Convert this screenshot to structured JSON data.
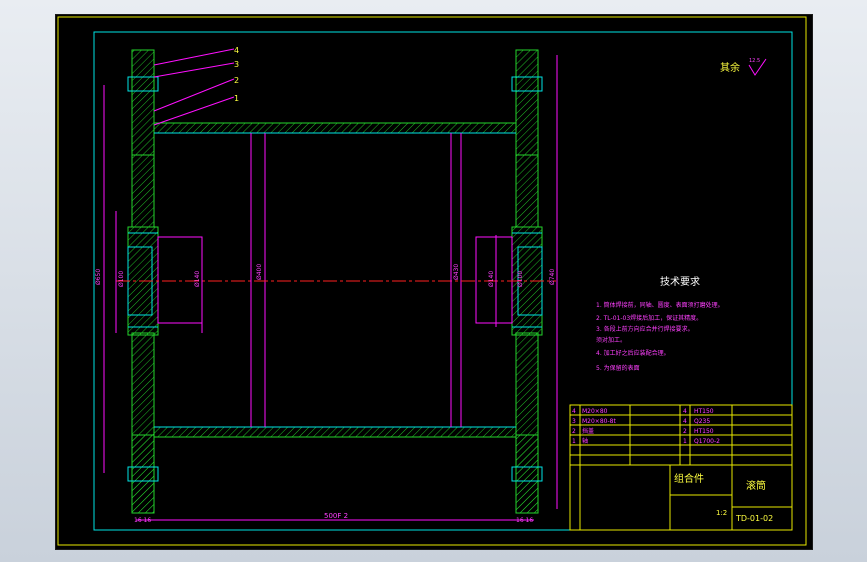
{
  "drawing": {
    "roughness_note": "其余",
    "roughness_value": "12.5",
    "tech_title": "技术要求",
    "tech_notes": [
      "1. 筒体焊接前，同轴、圆度、表面须打磨处理。",
      "2. TL-01-03焊接后加工，保证其精度。",
      "3. 各段上前方向应合并行焊接要求。",
      "   须对加工。",
      "4. 加工好之后应装配合理。",
      "5. 为保留的表面"
    ],
    "part_labels": [
      "4",
      "3",
      "2",
      "1"
    ],
    "dims": {
      "overall_width": "500F 2",
      "left_flange": "16 16",
      "right_flange": "16 16",
      "bore_left": "Ø100",
      "bore_right": "Ø100",
      "drum_dia": "Ø400",
      "shell_dia": "Ø430",
      "outer_dia_left": "Ø650",
      "outer_dia_right": "Ø740",
      "shaft_left": "Ø140",
      "shaft_right": "Ø140"
    },
    "title_block": {
      "assembly_name": "组合件",
      "part_name": "滚筒",
      "drawing_no": "TD-01-02",
      "scale": "1:2",
      "bom_rows": [
        {
          "no": "4",
          "name": "M20×80",
          "qty": "4",
          "material": "HT150"
        },
        {
          "no": "3",
          "name": "M20×80-8t",
          "qty": "4",
          "material": "Q235"
        },
        {
          "no": "2",
          "name": "挡盖",
          "qty": "2",
          "material": "HT150"
        },
        {
          "no": "1",
          "name": "轴",
          "qty": "1",
          "material": "Q1700-2"
        }
      ]
    }
  }
}
